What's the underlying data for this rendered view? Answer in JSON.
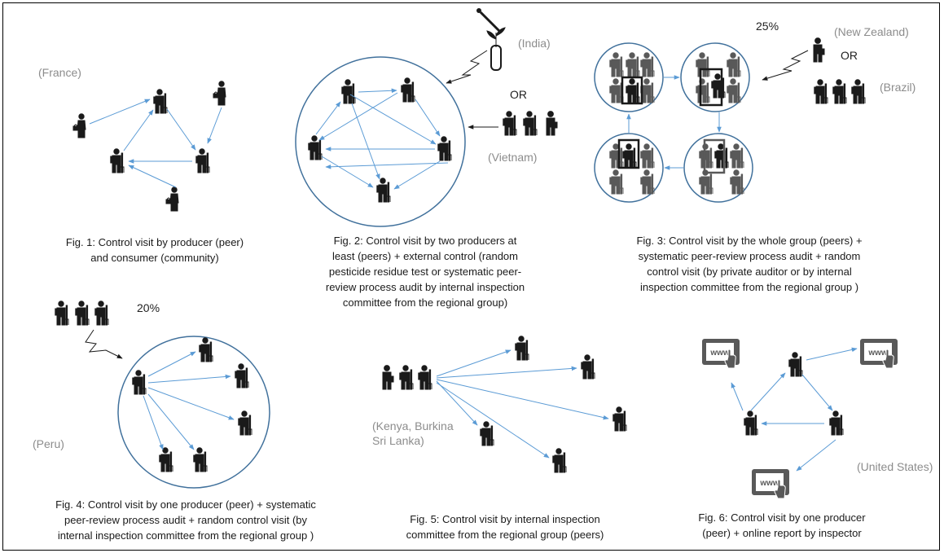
{
  "figures": {
    "fig1": {
      "caption_line1": "Fig. 1: Control visit by producer (peer)",
      "caption_line2": "and consumer (community)",
      "country": "(France)"
    },
    "fig2": {
      "caption_line1": "Fig. 2: Control visit by two producers at",
      "caption_line2": "least (peers) + external control (random",
      "caption_line3": "pesticide residue test or systematic peer-",
      "caption_line4": "review process audit by internal inspection",
      "caption_line5": "committee from the regional group)",
      "country_top": "(India)",
      "or_label": "OR",
      "country_bottom": "(Vietnam)"
    },
    "fig3": {
      "caption_line1": "Fig. 3: Control visit by the whole group (peers) +",
      "caption_line2": "systematic peer-review process audit + random",
      "caption_line3": "control visit (by private auditor or by internal",
      "caption_line4": "inspection committee from the regional group )",
      "percent": "25%",
      "country_top": "(New Zealand)",
      "or_label": "OR",
      "country_bottom": "(Brazil)"
    },
    "fig4": {
      "caption_line1": "Fig. 4: Control visit by one producer (peer) + systematic",
      "caption_line2": "peer-review process audit + random control visit (by",
      "caption_line3": "internal inspection committee from the regional group )",
      "percent": "20%",
      "country": "(Peru)"
    },
    "fig5": {
      "caption_line1": "Fig. 5: Control visit by internal inspection",
      "caption_line2": "committee from the regional group (peers)",
      "country_line1": "(Kenya, Burkina",
      "country_line2": "Sri Lanka)"
    },
    "fig6": {
      "caption_line1": "Fig. 6: Control visit by one producer",
      "caption_line2": "(peer) + online report by inspector",
      "country": "(United States)",
      "screen_label": "www"
    }
  },
  "colors": {
    "arrow": "#5b9bd5",
    "circle": "#41719c",
    "figure": "#1a1a1a",
    "figure_grey": "#595959",
    "country": "#8c8c8c"
  },
  "icons": [
    "farmer-icon",
    "consumer-icon",
    "inspector-icon",
    "pipette-icon",
    "plant-tube-icon",
    "tablet-icon",
    "squiggle-arrow-icon"
  ]
}
